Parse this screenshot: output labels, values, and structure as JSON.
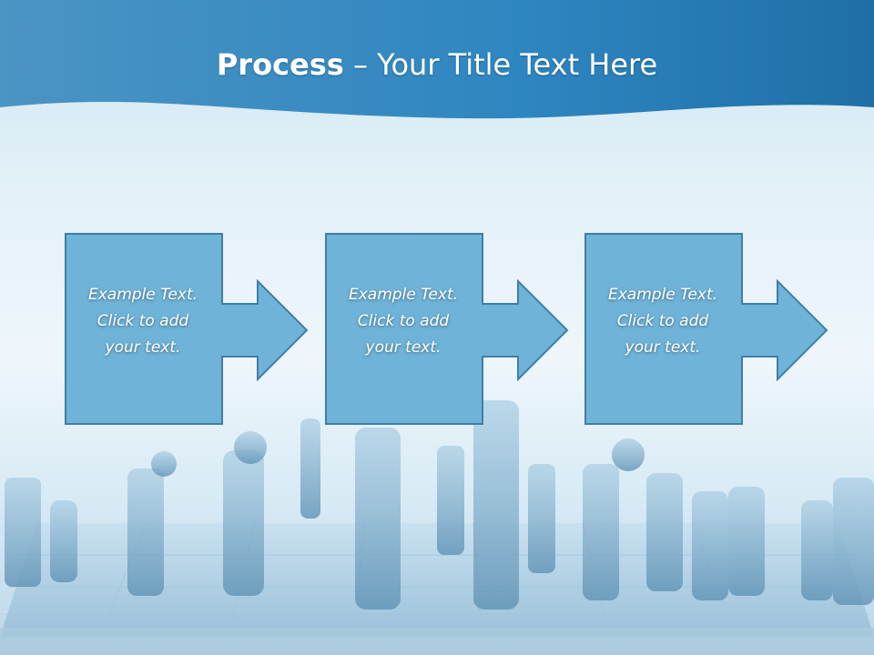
{
  "slide": {
    "title_bold": "Process",
    "title_rest": " – Your Title Text Here"
  },
  "steps": [
    {
      "line1": "Example Text.",
      "line2": "Click  to add",
      "line3": "your text."
    },
    {
      "line1": "Example Text.",
      "line2": "Click  to add",
      "line3": "your text."
    },
    {
      "line1": "Example Text.",
      "line2": "Click  to add",
      "line3": "your text."
    }
  ],
  "colors": {
    "header_blue": "#2a7fb4",
    "box_fill": "#6fb3d9",
    "box_stroke": "#3d7fa8"
  }
}
